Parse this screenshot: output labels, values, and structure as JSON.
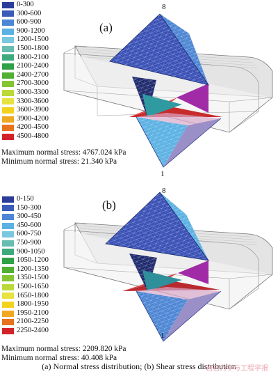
{
  "panels": [
    {
      "label": "(a)",
      "top_node": "8",
      "bottom_node": "1",
      "legend": [
        {
          "range": "0-300",
          "color": "#2b3c99"
        },
        {
          "range": "300-600",
          "color": "#3a5bb8"
        },
        {
          "range": "600-900",
          "color": "#4d86d4"
        },
        {
          "range": "900-1200",
          "color": "#5bb1e3"
        },
        {
          "range": "1200-1500",
          "color": "#79c8df"
        },
        {
          "range": "1500-1800",
          "color": "#66bdb0"
        },
        {
          "range": "1800-2100",
          "color": "#3fa97e"
        },
        {
          "range": "2100-2400",
          "color": "#2ea045"
        },
        {
          "range": "2400-2700",
          "color": "#50b033"
        },
        {
          "range": "2700-3000",
          "color": "#85c532"
        },
        {
          "range": "3000-3300",
          "color": "#bcd93a"
        },
        {
          "range": "3300-3600",
          "color": "#e7e23e"
        },
        {
          "range": "3600-3900",
          "color": "#f3d21e"
        },
        {
          "range": "3900-4200",
          "color": "#f0a823"
        },
        {
          "range": "4200-4500",
          "color": "#e7731e"
        },
        {
          "range": "4500-4800",
          "color": "#d3232a"
        }
      ],
      "max_stress": "Maximum normal stress: 4767.024 kPa",
      "min_stress": "Minimum normal stress: 21.340 kPa"
    },
    {
      "label": "(b)",
      "top_node": "8",
      "bottom_node": "1",
      "legend": [
        {
          "range": "0-150",
          "color": "#2b3c99"
        },
        {
          "range": "150-300",
          "color": "#3a5bb8"
        },
        {
          "range": "300-450",
          "color": "#4d86d4"
        },
        {
          "range": "450-600",
          "color": "#5bb1e3"
        },
        {
          "range": "600-750",
          "color": "#79c8df"
        },
        {
          "range": "750-900",
          "color": "#66bdb0"
        },
        {
          "range": "900-1050",
          "color": "#3fa97e"
        },
        {
          "range": "1050-1200",
          "color": "#2ea045"
        },
        {
          "range": "1200-1350",
          "color": "#50b033"
        },
        {
          "range": "1350-1500",
          "color": "#85c532"
        },
        {
          "range": "1500-1650",
          "color": "#bcd93a"
        },
        {
          "range": "1650-1800",
          "color": "#e7e23e"
        },
        {
          "range": "1800-1950",
          "color": "#f3d21e"
        },
        {
          "range": "1950-2100",
          "color": "#f0a823"
        },
        {
          "range": "2100-2250",
          "color": "#e7731e"
        },
        {
          "range": "2250-2400",
          "color": "#d3232a"
        }
      ],
      "max_stress": "Maximum normal stress: 2209.820 kPa",
      "min_stress": "Minimum normal stress: 40.408 kPa"
    }
  ],
  "caption": "(a)    Normal    stress    distribution; (b) Shear stress distribution",
  "watermark": "岩石力学与工程学报"
}
